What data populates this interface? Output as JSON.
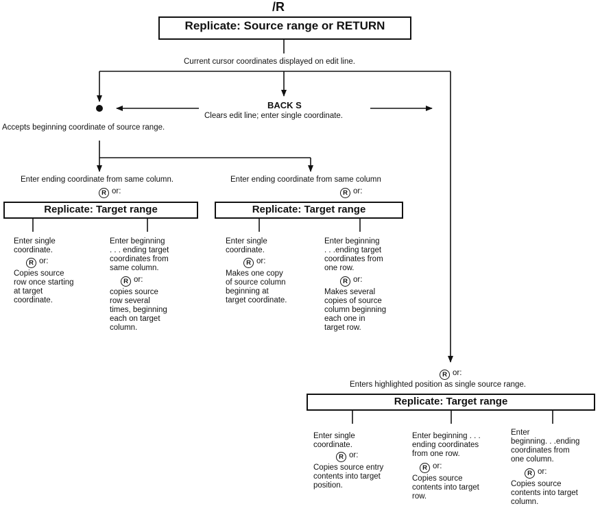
{
  "command": "/R",
  "top_box": "Replicate: Source range or RETURN",
  "top_note": "Current cursor coordinates displayed on edit line.",
  "backs": {
    "title": "BACK S",
    "note": "Clears edit line; enter single coordinate."
  },
  "accepts_note": "Accepts beginning coordinate of source range.",
  "left_branch": {
    "enter_note": "Enter ending coordinate from same column.",
    "r_or": "or:",
    "box": "Replicate: Target range",
    "col1": {
      "enter": "Enter single\ncoordinate.",
      "r_or": "or:",
      "result": "Copies source\nrow once starting\nat target\ncoordinate."
    },
    "col2": {
      "enter": "Enter beginning\n. . . ending target\ncoordinates from\nsame column.",
      "r_or": "or:",
      "result": "copies source\nrow several\ntimes, beginning\neach on target\ncolumn."
    }
  },
  "middle_branch": {
    "enter_note": "Enter ending coordinate from same column",
    "r_or": "or:",
    "box": "Replicate: Target range",
    "col1": {
      "enter": "Enter single\ncoordinate.",
      "r_or": "or:",
      "result": "Makes one copy\nof source column\nbeginning at\ntarget coordinate."
    },
    "col2": {
      "enter": "Enter beginning\n. . .ending target\ncoordinates from\none row.",
      "r_or": "or:",
      "result": "Makes several\ncopies of source\ncolumn beginning\neach one in\ntarget row."
    }
  },
  "right_branch": {
    "r_or": "or:",
    "enters_note": "Enters highlighted position as single source range.",
    "box": "Replicate: Target range",
    "col1": {
      "enter": "Enter single\ncoordinate.",
      "r_or": "or:",
      "result": "Copies source entry\ncontents into target\nposition."
    },
    "col2": {
      "enter": "Enter beginning . . .\nending coordinates\nfrom one row.",
      "r_or": "or:",
      "result": "Copies source\ncontents into target\nrow."
    },
    "col3": {
      "enter": "Enter\nbeginning. . .ending\ncoordinates from\none column.",
      "r_or": "or:",
      "result": "Copies source\ncontents into target\ncolumn."
    }
  },
  "r_symbol": "R"
}
